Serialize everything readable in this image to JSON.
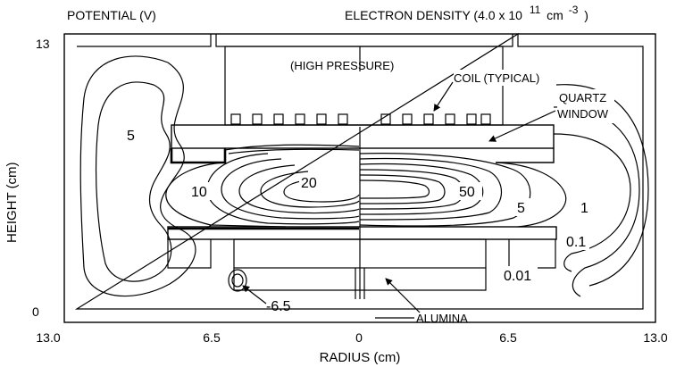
{
  "titles": {
    "left": "POTENTIAL (V)",
    "right_prefix": "ELECTRON DENSITY (4.0 x 10",
    "right_exp": "11",
    "right_unit": "cm",
    "right_unit_exp": "-3",
    "right_close": ")"
  },
  "axes": {
    "xlabel": "RADIUS (cm)",
    "ylabel": "HEIGHT (cm)",
    "x_ticks": [
      "13.0",
      "6.5",
      "0",
      "6.5",
      "13.0"
    ],
    "y_ticks": [
      "13",
      "0"
    ]
  },
  "annotations": {
    "high_pressure": "(HIGH PRESSURE)",
    "coil": "COIL (TYPICAL)",
    "quartz_line1": "QUARTZ",
    "quartz_line2": "WINDOW",
    "alumina": "ALUMINA"
  },
  "potential_labels": [
    "5",
    "10",
    "20",
    "-6.5"
  ],
  "density_labels": [
    "50",
    "5",
    "1",
    "0.1",
    "0.01"
  ]
}
